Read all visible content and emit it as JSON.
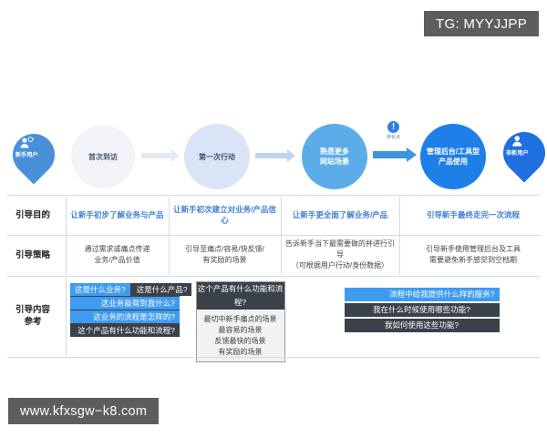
{
  "watermarks": {
    "tg": "TG: MYYJJPP",
    "site": "www.kfxsgw−k8.com"
  },
  "flow": {
    "start_pin": {
      "label": "新手用户",
      "icon": "user-new-icon",
      "color": "#4a90d9"
    },
    "end_pin": {
      "label": "非新用户",
      "icon": "user-person-icon",
      "color": "#1f6fe0"
    },
    "stages": [
      {
        "label": "首次到访",
        "color": "#f2f4fa",
        "text_color": "#4a5a75",
        "size": 70
      },
      {
        "label": "第一次行动",
        "color": "#d9e5f7",
        "text_color": "#3a5378",
        "size": 72
      },
      {
        "label": "熟悉更多\n网站场景",
        "color": "#5cacea",
        "text_color": "#ffffff",
        "size": 72
      },
      {
        "label": "管理后台/工具型\n产品使用",
        "color": "#1f7fe8",
        "text_color": "#ffffff",
        "size": 72
      }
    ],
    "mid_badge": {
      "glyph": "!",
      "label": "转化点",
      "color": "#2f7fe0"
    },
    "arrow_color_1": "#e7e9f2",
    "arrow_color_2": "#bcd4ee",
    "arrow_color_3": "#3d95e0"
  },
  "table": {
    "rows": [
      {
        "label": "引导目的",
        "cells": [
          "让新手初步了解业务与产品",
          "让新手初次建立对业务/产品信心",
          "让新手更全面了解业务/产品",
          "引导新手最终走完一次流程"
        ]
      },
      {
        "label": "引导策略",
        "cells": [
          "通过需求或痛点传递\n业务/产品价值",
          "引导至痛点/容易/快反馈/\n有奖励的场景",
          "告诉新手当下最需要做的并进行引导\n（可根据用户行动/身份数据）",
          "引导新手使用管理后台及工具\n需要避免新手感觉到空档期"
        ]
      }
    ],
    "content_row_label": "引导内容\n参考"
  },
  "content": {
    "group1": {
      "row1": [
        {
          "text": "这是什么业务?",
          "style": "blue"
        },
        {
          "text": "这是什么产品?",
          "style": "dark"
        }
      ],
      "row2": {
        "text": "这业务能帮到我什么?",
        "style": "blue"
      },
      "row3": {
        "text": "这业务的流程是怎样的?",
        "style": "blue"
      },
      "row4": {
        "text": "这个产品有什么功能和流程?",
        "style": "dark"
      }
    },
    "group2": {
      "header": "这个产品有什么功能和流程?",
      "items": [
        "最切中新手痛点的场景",
        "最容易的场景",
        "反馈最快的场景",
        "有奖励的场景"
      ]
    },
    "group3": [
      {
        "text": "流程中给我提供什么样的服务?",
        "style": "blue"
      },
      {
        "text": "我在什么时候使用哪些功能?",
        "style": "dark"
      },
      {
        "text": "我如何使用这些功能?",
        "style": "dark"
      }
    ]
  }
}
